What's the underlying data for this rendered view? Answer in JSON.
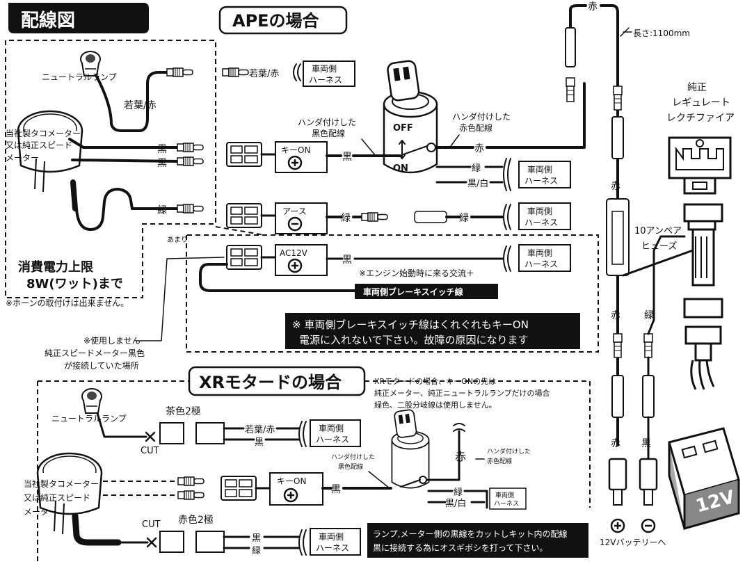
{
  "header": {
    "title": "配線図"
  },
  "ape": {
    "title": "APEの場合",
    "neutral_lamp": "ニュートラルランプ",
    "wire_wakaba_aka": "若葉/赤",
    "wire_wakaba_aka_2": "若葉/赤",
    "meter_label": [
      "当社製タコメーター",
      "又は純正スピード",
      "メーター"
    ],
    "kuro_1": "黒",
    "kuro_2": "黒",
    "midori": "緑",
    "vehicle_harness": [
      "車両側",
      "ハーネス"
    ],
    "handa_black": [
      "ハンダ付けした",
      "黒色配線"
    ],
    "handa_red": [
      "ハンダ付けした",
      "赤色配線"
    ],
    "off": "OFF",
    "on": "ON",
    "key_on": "キーON",
    "earth": "アース",
    "ac12v": "AC12V",
    "aka": "赤",
    "kuro": "黒",
    "midori_2": "緑",
    "kuro_shiro": "黒/白",
    "amari": "あまり",
    "power_limit": [
      "消費電力上限",
      "8W(ワット)まで"
    ],
    "horn_note": "※ホーンの取付けは出来ません。",
    "ac_note": "※エンジン始動時に来る交流＋",
    "brake_wire": "車両側ブレーキスイッチ線",
    "warning": [
      "※ 車両側ブレーキスイッチ線はくれぐれもキーON",
      "電源に入れないで下さい。故障の原因になります"
    ],
    "unused_note": [
      "※使用しません",
      "純正スピードメーター黒色",
      "が接続していた場所"
    ]
  },
  "right": {
    "aka_top": "赤",
    "length": "長さ:1100mm",
    "regulator": [
      "純正",
      "レギュレート",
      "レクチファイア"
    ],
    "aka_mid": "赤",
    "fuse": [
      "10アンペア",
      "ヒューズ"
    ],
    "aka_low": "赤",
    "midori_low": "緑",
    "aka_bottom": "赤",
    "kuro_bottom": "黒",
    "battery_label": "12V",
    "battery_note": "12Vバッテリーへ"
  },
  "xr": {
    "title": "XRモタードの場合",
    "note": [
      "XRモタードの場合、キーONの先は",
      "純正メーター、純正ニュートラルランプだけの場合",
      "緑色、二股分岐線は使用しません。"
    ],
    "neutral_lamp": "ニュートラルランプ",
    "brown2": "茶色2極",
    "red2": "赤色2極",
    "wakaba_aka": "若葉/赤",
    "kuro": "黒",
    "cut1": "CUT",
    "cut2": "CUT",
    "meter_label": [
      "当社製タコメーター",
      "又は純正スピード",
      "メーター"
    ],
    "vehicle_harness": [
      "車両側",
      "ハーネス"
    ],
    "key_on": "キーON",
    "kuro_2": "黒",
    "handa_black": [
      "ハンダ付けした",
      "黒色配線"
    ],
    "handa_red": [
      "ハンダ付けした",
      "赤色配線"
    ],
    "aka": "赤",
    "midori": "緑",
    "kuro_shiro": "黒/白",
    "small_harness": [
      "車両側",
      "ハーネス"
    ],
    "kuro_3": "黒",
    "midori_3": "緑",
    "bottom_note": [
      "ランプ,メーター側の黒線をカットしキット内の配線",
      "黒に接続する為にオスギボシを打って下さい。"
    ]
  }
}
